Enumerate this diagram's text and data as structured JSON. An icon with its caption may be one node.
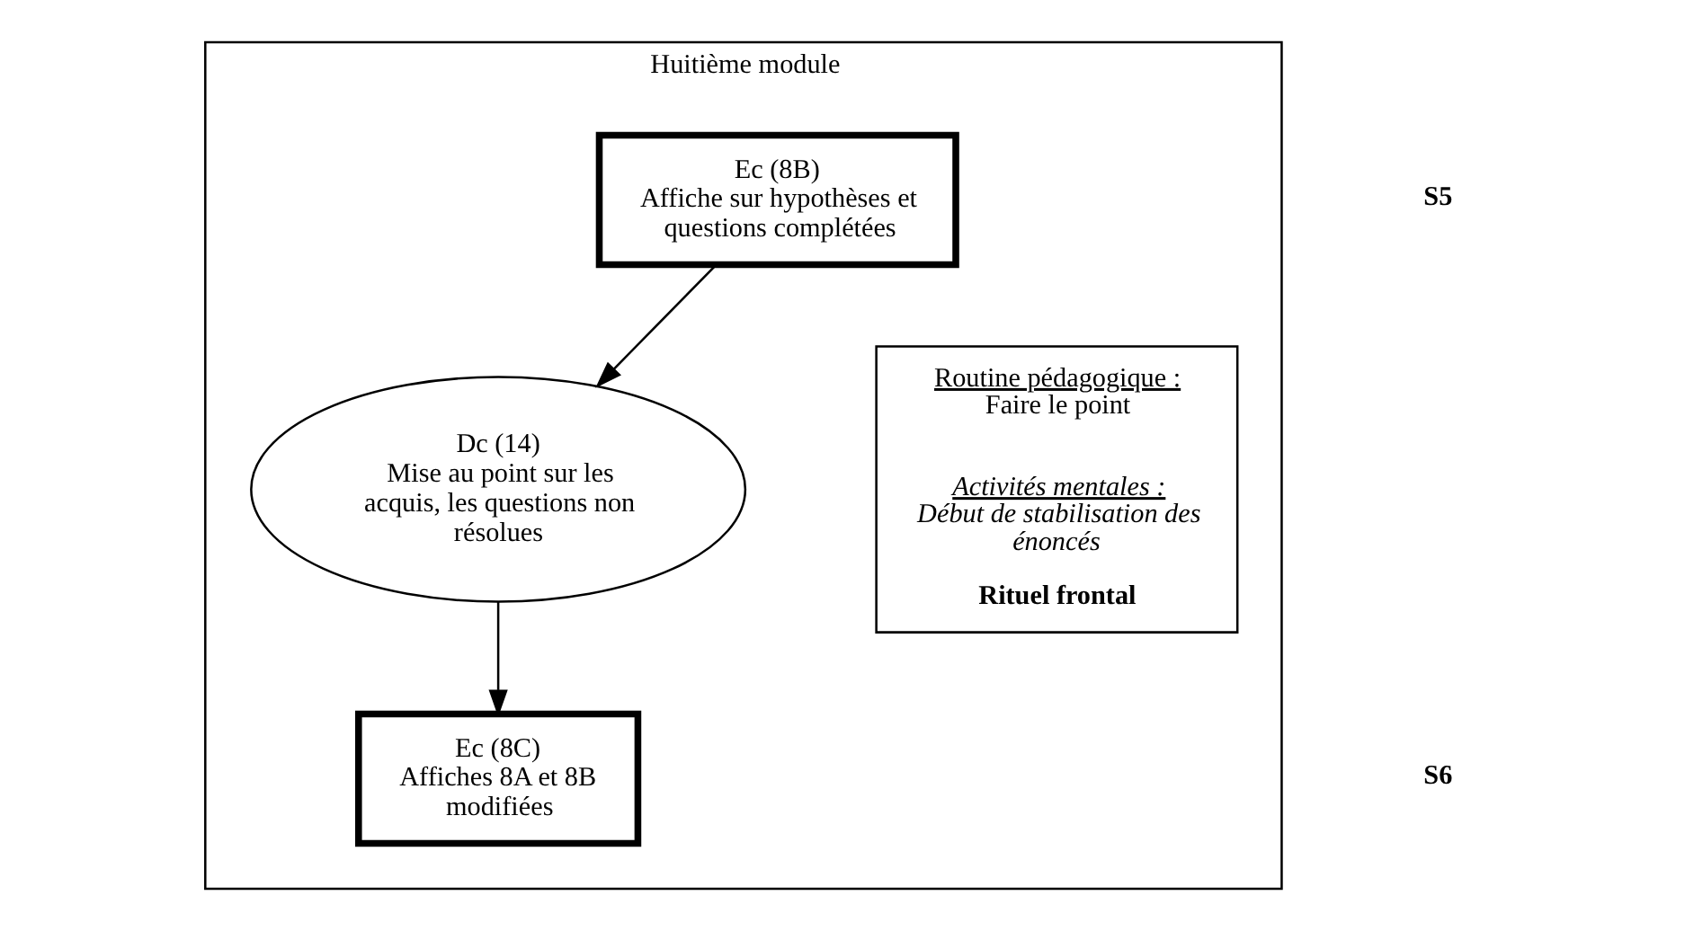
{
  "diagram": {
    "nodes": [
      {
        "text": [
          "Huitième module"
        ]
      },
      {
        "text": [
          "Ec (8B)",
          "Affiche sur hypothèses et questions complétées"
        ],
        "in": 0
      },
      {
        "text": [
          "Dc (14)",
          "Mise au point sur les acquis, les questions non résolues"
        ],
        "in": 0
      },
      {
        "text": [
          "Ec (8C)",
          "Affiches 8A et 8B modifiées"
        ],
        "in": 0
      },
      {
        "text": [
          "Routine pédagogique :",
          "Faire le point",
          "Activités mentales :",
          "Début de stabilisation des énoncés",
          "Rituel frontal"
        ],
        "in": 0
      }
    ],
    "edges": [
      {
        "from": 1,
        "to": 2,
        "arrow": "to"
      },
      {
        "from": 2,
        "to": 3,
        "arrow": "to"
      }
    ],
    "labels": [
      "S5",
      "S6"
    ]
  }
}
